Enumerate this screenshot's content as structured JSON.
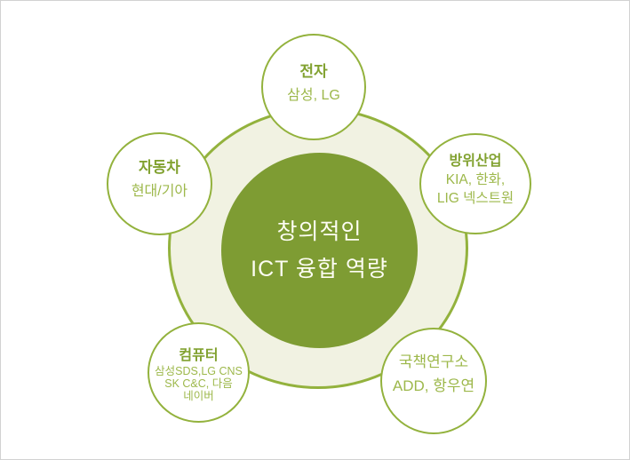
{
  "colors": {
    "stroke_green": "#93b23d",
    "dark_green": "#7e9c33",
    "pale_ring_fill": "#f1f2e2",
    "node_title_text": "#82a231",
    "node_body_text": "#9db84b",
    "center_text": "#fdfdf3",
    "frame_border": "#d2d2d2"
  },
  "diagram": {
    "center": {
      "line1": "창의적인",
      "line2": "ICT 융합 역량"
    },
    "satellites": [
      {
        "id": "electronics",
        "title": "전자",
        "line1": "삼성, LG"
      },
      {
        "id": "automotive",
        "title": "자동차",
        "line1": "현대/기아"
      },
      {
        "id": "defense",
        "title": "방위산업",
        "line1": "KIA, 한화,",
        "line2": "LIG 넥스트원"
      },
      {
        "id": "computer",
        "title": "컴퓨터",
        "line1": "삼성SDS,LG CNS",
        "line2": "SK C&C, 다음",
        "line3": "네이버"
      },
      {
        "id": "research",
        "title": "국책연구소",
        "line1": "ADD, 항우연"
      }
    ]
  }
}
